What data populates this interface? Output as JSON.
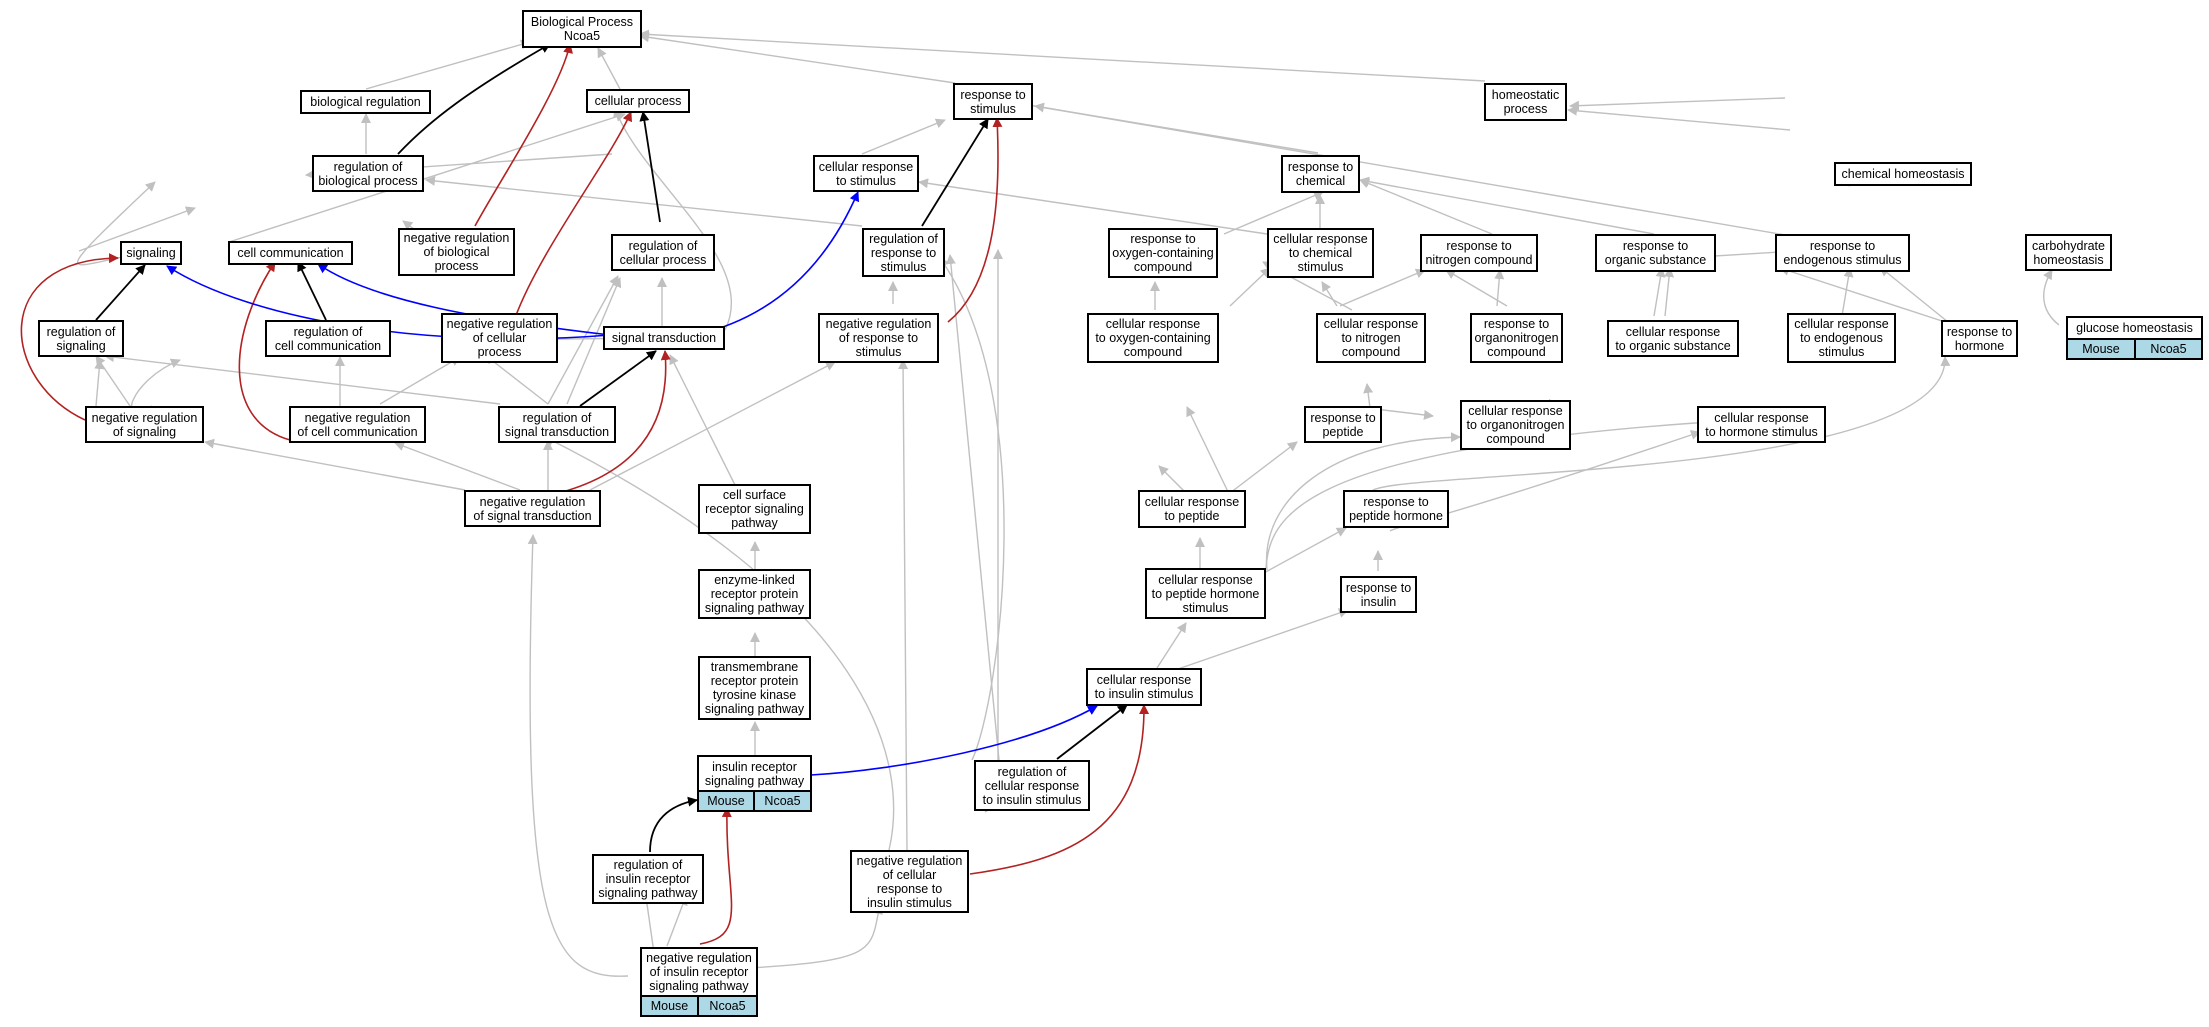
{
  "colors": {
    "gray_edge": "#c0c0c0",
    "black_edge": "#000000",
    "red_edge": "#b22222",
    "blue_edge": "#0000ff",
    "tag_fill": "#add8e6"
  },
  "nodes": {
    "root": "Biological Process\nNcoa5",
    "biological_regulation": "biological regulation",
    "cellular_process": "cellular process",
    "response_to_stimulus": "response to\nstimulus",
    "homeostatic_process": "homeostatic\nprocess",
    "regulation_of_biological_process": "regulation of\nbiological process",
    "cellular_response_to_stimulus": "cellular response\nto stimulus",
    "response_to_chemical": "response to\nchemical",
    "chemical_homeostasis": "chemical homeostasis",
    "signaling": "signaling",
    "cell_communication": "cell communication",
    "negative_regulation_of_biological_process": "negative regulation\nof biological\nprocess",
    "regulation_of_cellular_process": "regulation of\ncellular process",
    "regulation_of_response_to_stimulus": "regulation of\nresponse to\nstimulus",
    "response_to_oxygen_containing_compound": "response to\noxygen-containing\ncompound",
    "cellular_response_to_chemical_stimulus": "cellular response\nto chemical\nstimulus",
    "response_to_nitrogen_compound": "response to\nnitrogen compound",
    "response_to_organic_substance": "response to\norganic substance",
    "response_to_endogenous_stimulus": "response to\nendogenous stimulus",
    "carbohydrate_homeostasis": "carbohydrate\nhomeostasis",
    "regulation_of_signaling": "regulation of\nsignaling",
    "regulation_of_cell_communication": "regulation of\ncell communication",
    "negative_regulation_of_cellular_process": "negative regulation\nof cellular\nprocess",
    "signal_transduction": "signal transduction",
    "negative_regulation_of_response_to_stimulus": "negative regulation\nof response to\nstimulus",
    "cellular_response_to_oxygen_containing_compound": "cellular response\nto oxygen-containing\ncompound",
    "cellular_response_to_nitrogen_compound": "cellular response\nto nitrogen\ncompound",
    "response_to_organonitrogen_compound": "response to\norganonitrogen\ncompound",
    "cellular_response_to_organic_substance": "cellular response\nto organic substance",
    "cellular_response_to_endogenous_stimulus": "cellular response\nto endogenous\nstimulus",
    "response_to_hormone": "response to\nhormone",
    "glucose_homeostasis": "glucose homeostasis",
    "negative_regulation_of_signaling": "negative regulation\nof signaling",
    "negative_regulation_of_cell_communication": "negative regulation\nof cell communication",
    "regulation_of_signal_transduction": "regulation of\nsignal transduction",
    "response_to_peptide": "response to\npeptide",
    "cellular_response_to_organonitrogen_compound": "cellular response\nto organonitrogen\ncompound",
    "cellular_response_to_hormone_stimulus": "cellular response\nto hormone stimulus",
    "negative_regulation_of_signal_transduction": "negative regulation\nof signal transduction",
    "cell_surface_receptor_signaling_pathway": "cell surface\nreceptor signaling\npathway",
    "cellular_response_to_peptide": "cellular response\nto peptide",
    "response_to_peptide_hormone": "response to\npeptide hormone",
    "enzyme_linked_receptor_protein_signaling_pathway": "enzyme-linked\nreceptor protein\nsignaling pathway",
    "cellular_response_to_peptide_hormone_stimulus": "cellular response\nto peptide hormone\nstimulus",
    "response_to_insulin": "response to\ninsulin",
    "transmembrane_receptor_protein_tyrosine_kinase_signaling_pathway": "transmembrane\nreceptor protein\ntyrosine kinase\nsignaling pathway",
    "cellular_response_to_insulin_stimulus": "cellular response\nto insulin stimulus",
    "insulin_receptor_signaling_pathway": "insulin receptor\nsignaling pathway",
    "regulation_of_cellular_response_to_insulin_stimulus": "regulation of\ncellular response\nto insulin stimulus",
    "negative_regulation_of_cellular_response_to_insulin_stimulus": "negative regulation\nof cellular\nresponse to\ninsulin stimulus",
    "regulation_of_insulin_receptor_signaling_pathway": "regulation of\ninsulin receptor\nsignaling pathway",
    "negative_regulation_of_insulin_receptor_signaling_pathway": "negative regulation\nof insulin receptor\nsignaling pathway"
  },
  "tags": {
    "species": "Mouse",
    "gene": "Ncoa5"
  }
}
